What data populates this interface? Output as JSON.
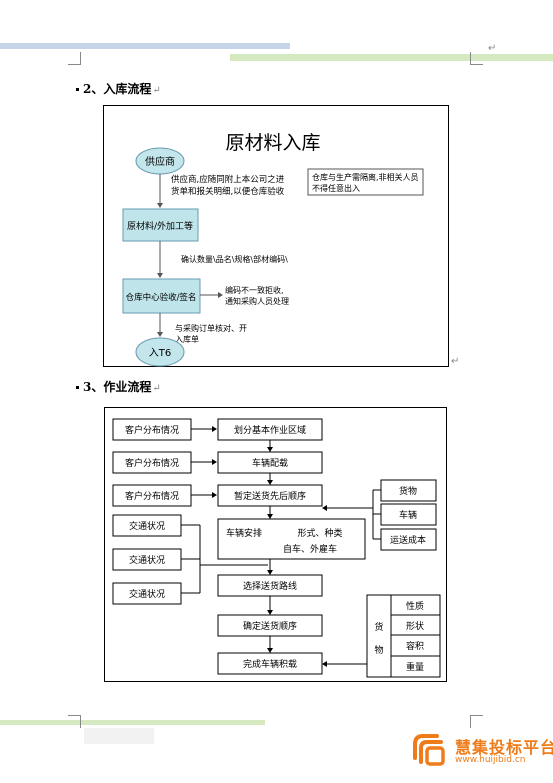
{
  "section2": {
    "heading": "2、入库流程"
  },
  "section3": {
    "heading": "3、作业流程"
  },
  "para_mark": "↵",
  "diagram1": {
    "title": "原材料入库",
    "supplier": "供应商",
    "supplier_note_1": "供应商,应随同附上本公司之进",
    "supplier_note_2": "货单和报关明细,以便仓库验收",
    "isolation_note_1": "仓库与生产需隔离,非相关人员",
    "isolation_note_2": "不得任意出入",
    "box_material": "原材料/外加工等",
    "confirm_note": "确认数量\\品名\\规格\\部材编码\\",
    "box_check": "仓库中心验收/签名",
    "mismatch_note_1": "编码不一致拒收,",
    "mismatch_note_2": "通知采购人员处理",
    "po_note_1": "与采购订单核对、开",
    "po_note_2": "入库单",
    "t6": "入T6"
  },
  "diagram2": {
    "left_boxes": [
      "客户分布情况",
      "客户分布情况",
      "客户分布情况",
      "交通状况",
      "交通状况",
      "交通状况"
    ],
    "center_boxes": [
      "划分基本作业区域",
      "车辆配载",
      "暂定送货先后顺序",
      "选择送货路线",
      "确定送货顺序",
      "完成车辆积载"
    ],
    "vehicle_box": {
      "label": "车辆安排",
      "line1": "形式、种类",
      "line2": "自车、外雇车"
    },
    "right_boxes": [
      "货物",
      "车辆",
      "运送成本"
    ],
    "cargo_label_1": "货",
    "cargo_label_2": "物",
    "cargo_props": [
      "性质",
      "形状",
      "容积",
      "重量"
    ]
  },
  "logo": {
    "title": "慧集投标平台",
    "url": "www.huijibid.cn"
  },
  "colors": {
    "box_fill": "#bfe4ea",
    "ellipse_fill": "#c2e6ec",
    "logo": "#ef7c1a",
    "band_blue": "#c5d4e8",
    "band_green": "#d4e9c0"
  }
}
